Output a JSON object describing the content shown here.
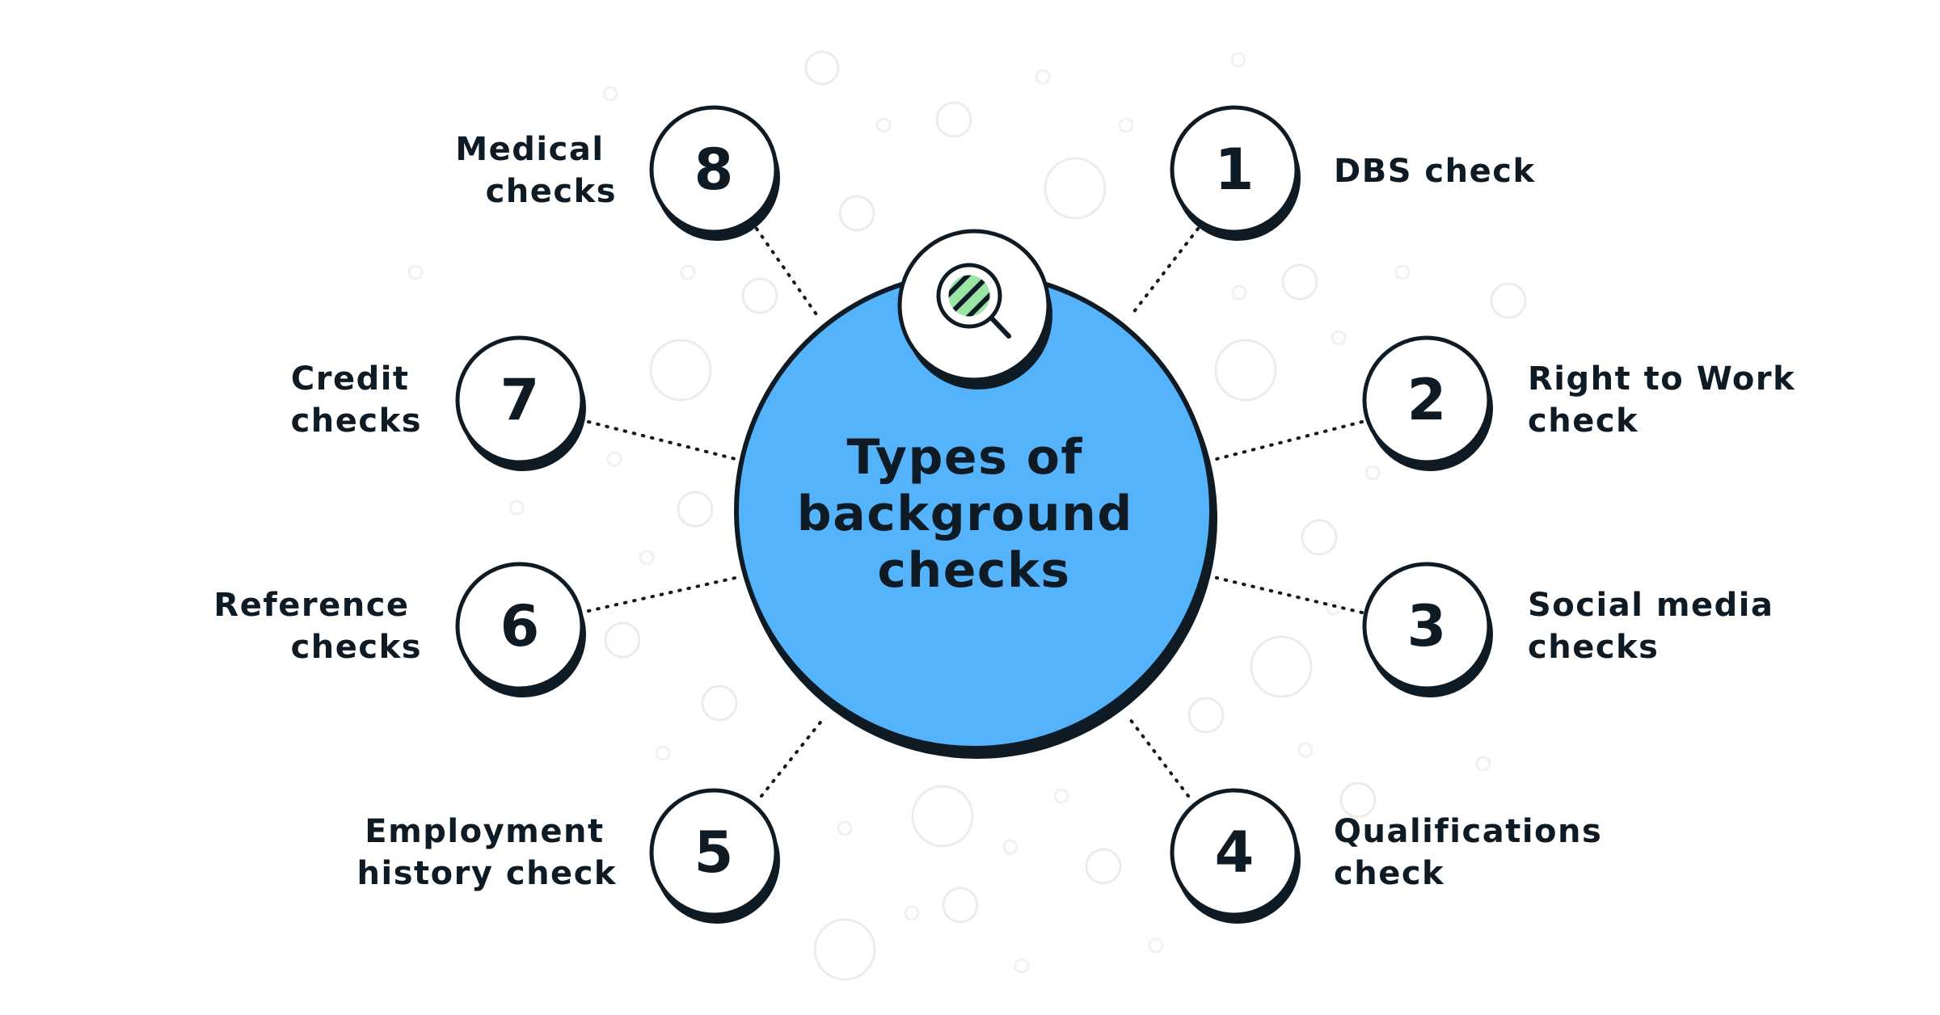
{
  "center": {
    "title_lines": [
      "Types of",
      "background",
      "checks"
    ],
    "icon": "magnifying-glass-icon",
    "fill_color": "#55b3fb",
    "icon_accent_color": "#9be6a5"
  },
  "colors": {
    "ink": "#0f1b24",
    "background": "#ffffff",
    "decor": "#ececec"
  },
  "items": [
    {
      "number": "1",
      "label_lines": [
        "DBS check"
      ]
    },
    {
      "number": "2",
      "label_lines": [
        "Right to Work",
        "check"
      ]
    },
    {
      "number": "3",
      "label_lines": [
        "Social media",
        "checks"
      ]
    },
    {
      "number": "4",
      "label_lines": [
        "Qualifications",
        "check"
      ]
    },
    {
      "number": "5",
      "label_lines": [
        "Employment",
        "history check"
      ]
    },
    {
      "number": "6",
      "label_lines": [
        "Reference",
        "checks"
      ]
    },
    {
      "number": "7",
      "label_lines": [
        "Credit",
        "checks"
      ]
    },
    {
      "number": "8",
      "label_lines": [
        "Medical",
        "checks"
      ]
    }
  ]
}
